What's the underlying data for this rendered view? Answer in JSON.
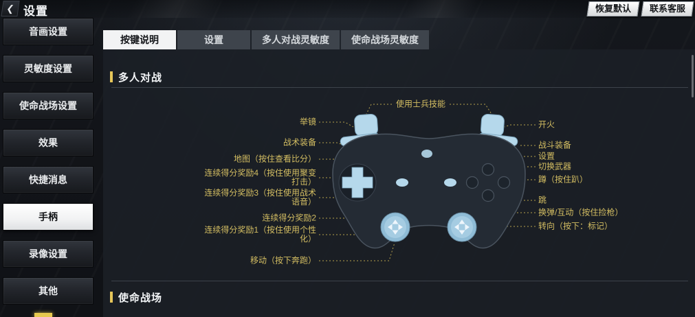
{
  "header": {
    "title": "设置",
    "back_icon": "❮",
    "restore_button": "恢复默认",
    "support_button": "联系客服"
  },
  "sidebar": {
    "items": [
      {
        "label": "音画设置",
        "active": false
      },
      {
        "label": "灵敏度设置",
        "active": false
      },
      {
        "label": "使命战场设置",
        "active": false
      },
      {
        "label": "效果",
        "active": false
      },
      {
        "label": "快捷消息",
        "active": false
      },
      {
        "label": "手柄",
        "active": true
      },
      {
        "label": "录像设置",
        "active": false
      },
      {
        "label": "其他",
        "active": false
      }
    ]
  },
  "tabs": [
    {
      "label": "按键说明",
      "active": true
    },
    {
      "label": "设置",
      "active": false
    },
    {
      "label": "多人对战灵敏度",
      "active": false
    },
    {
      "label": "使命战场灵敏度",
      "active": false
    }
  ],
  "sections": {
    "multiplayer": "多人对战",
    "battle_royale": "使命战场"
  },
  "controller_labels": {
    "top": "使用士兵技能",
    "left": [
      "举镜",
      "战术装备",
      "地图（按住查看比分）",
      "连续得分奖励4（按住使用聚变打击）",
      "连续得分奖励3（按住使用战术语音）",
      "连续得分奖励2",
      "连续得分奖励1（按住使用个性化）",
      "移动（按下奔跑）"
    ],
    "right": [
      "开火",
      "战斗装备",
      "设置",
      "切换武器",
      "蹲（按住趴）",
      "跳",
      "换弹/互动（按住捡枪）",
      "转向（按下：标记）"
    ]
  },
  "colors": {
    "accent_yellow": "#e6c65a",
    "label_gold": "#d4be62",
    "controller_blue": "#b5d8eb",
    "active_white": "#f2f3f4",
    "panel_dark": "#1b2027"
  }
}
